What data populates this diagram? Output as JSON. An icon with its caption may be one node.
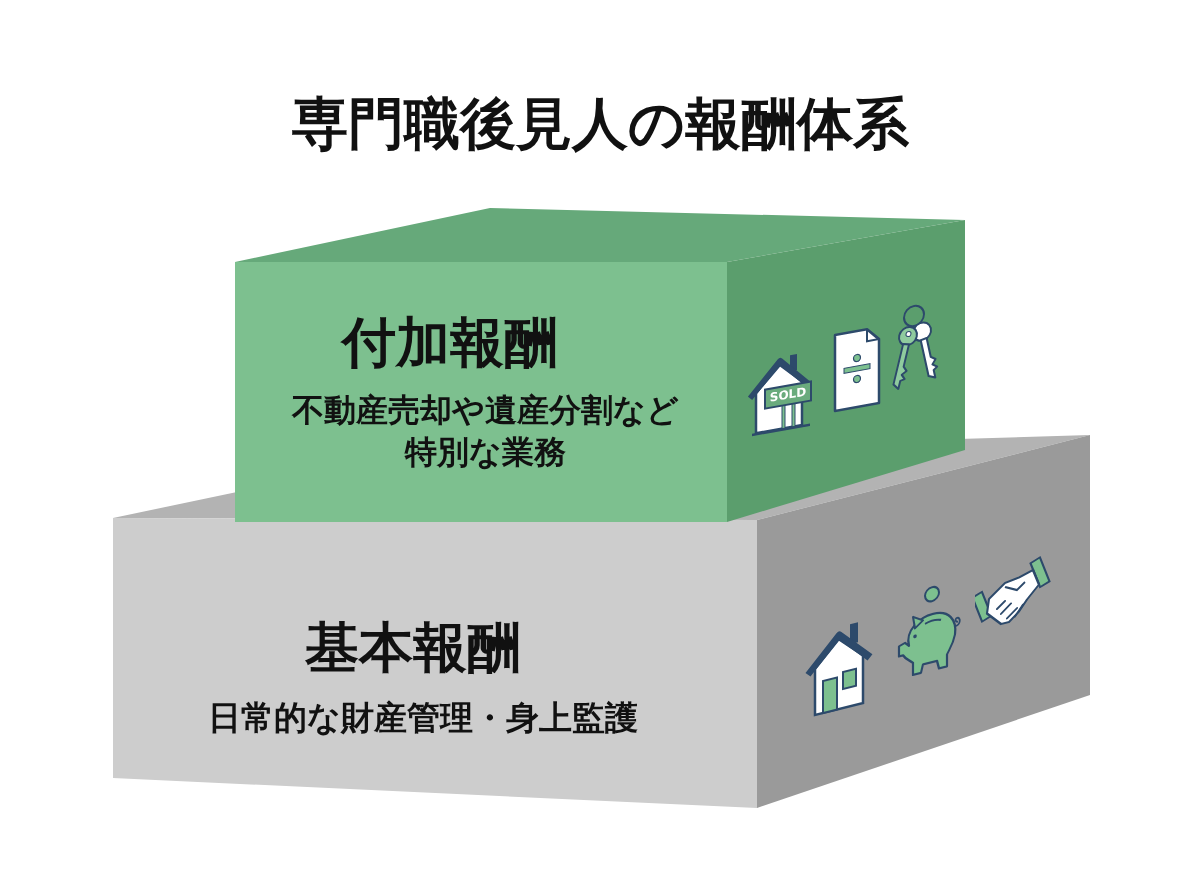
{
  "diagram": {
    "title": "専門職後見人の報酬体系",
    "nodes": [
      {
        "text": [
          "付加報酬",
          "不動産売却や遺産分割など特別な業務"
        ]
      },
      {
        "text": [
          "基本報酬",
          "日常的な財産管理・身上監護"
        ]
      }
    ],
    "labels": [
      "SOLD"
    ]
  }
}
